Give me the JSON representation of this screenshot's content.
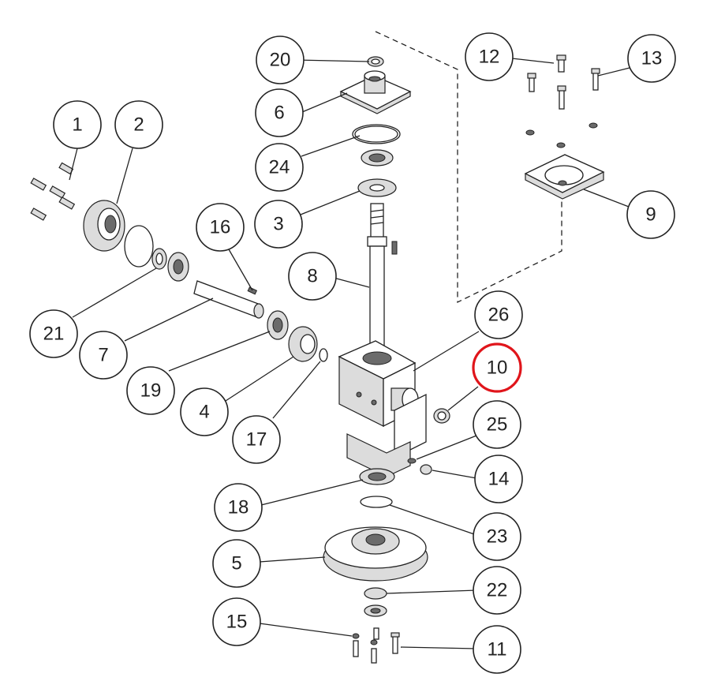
{
  "diagram": {
    "type": "exploded-parts-view",
    "highlighted_callout": "10",
    "highlight_color": "#e0151b",
    "callouts": [
      {
        "id": "c1",
        "label": "1"
      },
      {
        "id": "c2",
        "label": "2"
      },
      {
        "id": "c3",
        "label": "3"
      },
      {
        "id": "c4",
        "label": "4"
      },
      {
        "id": "c5",
        "label": "5"
      },
      {
        "id": "c6",
        "label": "6"
      },
      {
        "id": "c7",
        "label": "7"
      },
      {
        "id": "c8",
        "label": "8"
      },
      {
        "id": "c9",
        "label": "9"
      },
      {
        "id": "c10",
        "label": "10"
      },
      {
        "id": "c11",
        "label": "11"
      },
      {
        "id": "c12",
        "label": "12"
      },
      {
        "id": "c13",
        "label": "13"
      },
      {
        "id": "c14",
        "label": "14"
      },
      {
        "id": "c15",
        "label": "15"
      },
      {
        "id": "c16",
        "label": "16"
      },
      {
        "id": "c17",
        "label": "17"
      },
      {
        "id": "c18",
        "label": "18"
      },
      {
        "id": "c19",
        "label": "19"
      },
      {
        "id": "c20",
        "label": "20"
      },
      {
        "id": "c21",
        "label": "21"
      },
      {
        "id": "c22",
        "label": "22"
      },
      {
        "id": "c23",
        "label": "23"
      },
      {
        "id": "c24",
        "label": "24"
      },
      {
        "id": "c25",
        "label": "25"
      },
      {
        "id": "c26",
        "label": "26"
      }
    ]
  }
}
